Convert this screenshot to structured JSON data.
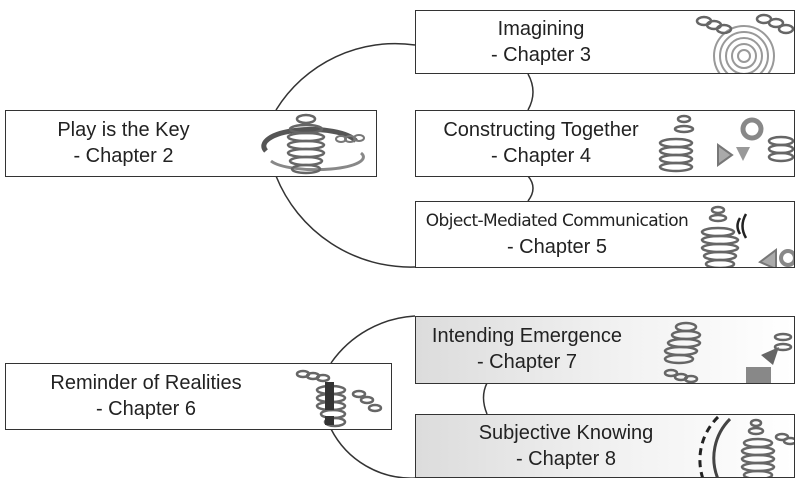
{
  "boxes": {
    "play": {
      "title": "Play is the Key",
      "chapter": "- Chapter 2"
    },
    "imagining": {
      "title": "Imagining",
      "chapter": "- Chapter 3"
    },
    "constructing": {
      "title": "Constructing Together",
      "chapter": "- Chapter 4"
    },
    "object": {
      "title": "Object-Mediated Communication",
      "chapter": "- Chapter 5"
    },
    "reminder": {
      "title": "Reminder of Realities",
      "chapter": "- Chapter 6"
    },
    "intending": {
      "title": "Intending Emergence",
      "chapter": "- Chapter 7"
    },
    "subjective": {
      "title": "Subjective Knowing",
      "chapter": "- Chapter 8"
    }
  },
  "icons": [
    "spring-figure-icon",
    "spiral-icon",
    "triangle-icon",
    "gear-icon",
    "sound-wave-icon",
    "exclamation-icon",
    "dashed-arc-icon",
    "arrow-icon"
  ],
  "colors": {
    "stroke": "#333333",
    "art": "#777777",
    "gradient_start": "#dcdcdc"
  }
}
